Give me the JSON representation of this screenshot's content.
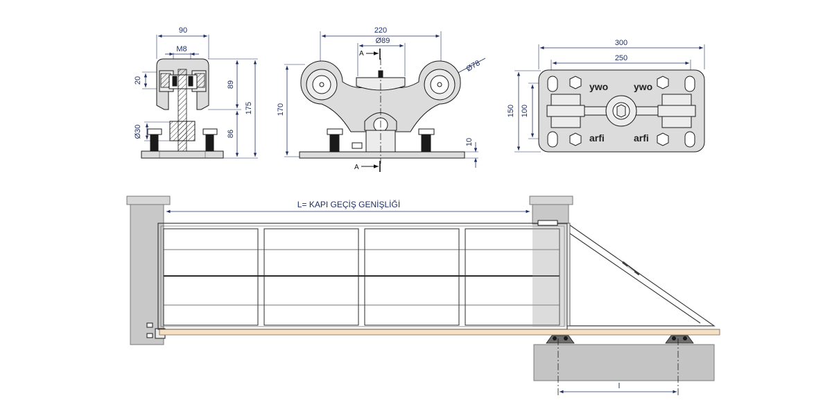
{
  "front_view": {
    "width_dim": "90",
    "thread_dim": "M8",
    "height_small_dim": "20",
    "height_mid_dim": "89",
    "height_total_dim": "175",
    "height_lower_dim": "86",
    "shaft_dim": "Ø30"
  },
  "side_view": {
    "width_dim": "220",
    "wheel_dim": "Ø89",
    "wheel_dim2": "Ø78",
    "height_dim": "170",
    "plate_dim": "10",
    "section_top": "A",
    "section_bottom": "A"
  },
  "top_view": {
    "width_outer_dim": "300",
    "width_inner_dim": "250",
    "height_outer_dim": "150",
    "height_inner_dim": "100",
    "logo_1": "ywo",
    "logo_2": "ywo",
    "logo_3": "arfi",
    "logo_4": "arfi"
  },
  "gate": {
    "opening_label": "L= KAPI GEÇİŞ GENİŞLİĞİ",
    "bottom_dim": "l"
  }
}
